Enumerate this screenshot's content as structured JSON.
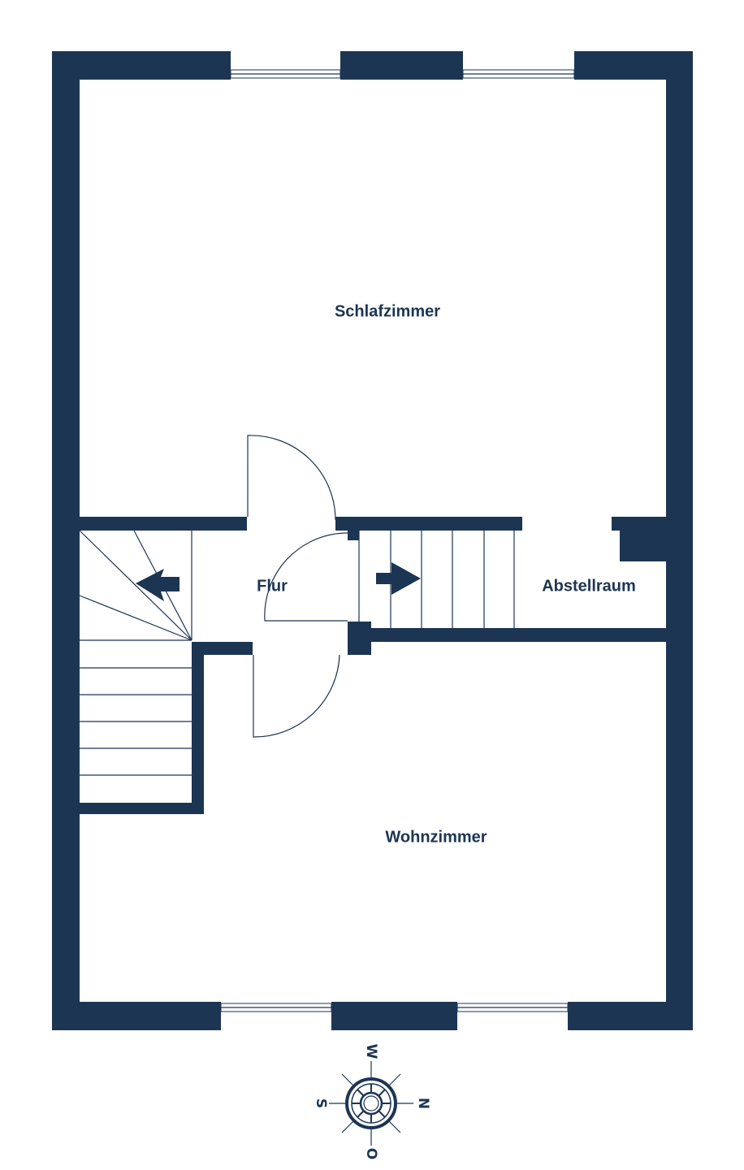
{
  "colors": {
    "wall": "#1c3553",
    "background": "#ffffff"
  },
  "rooms": {
    "schlafzimmer": "Schlafzimmer",
    "flur": "Flur",
    "abstellraum": "Abstellraum",
    "wohnzimmer": "Wohnzimmer"
  },
  "compass": {
    "top": "W",
    "right": "N",
    "bottom": "O",
    "left": "S"
  }
}
